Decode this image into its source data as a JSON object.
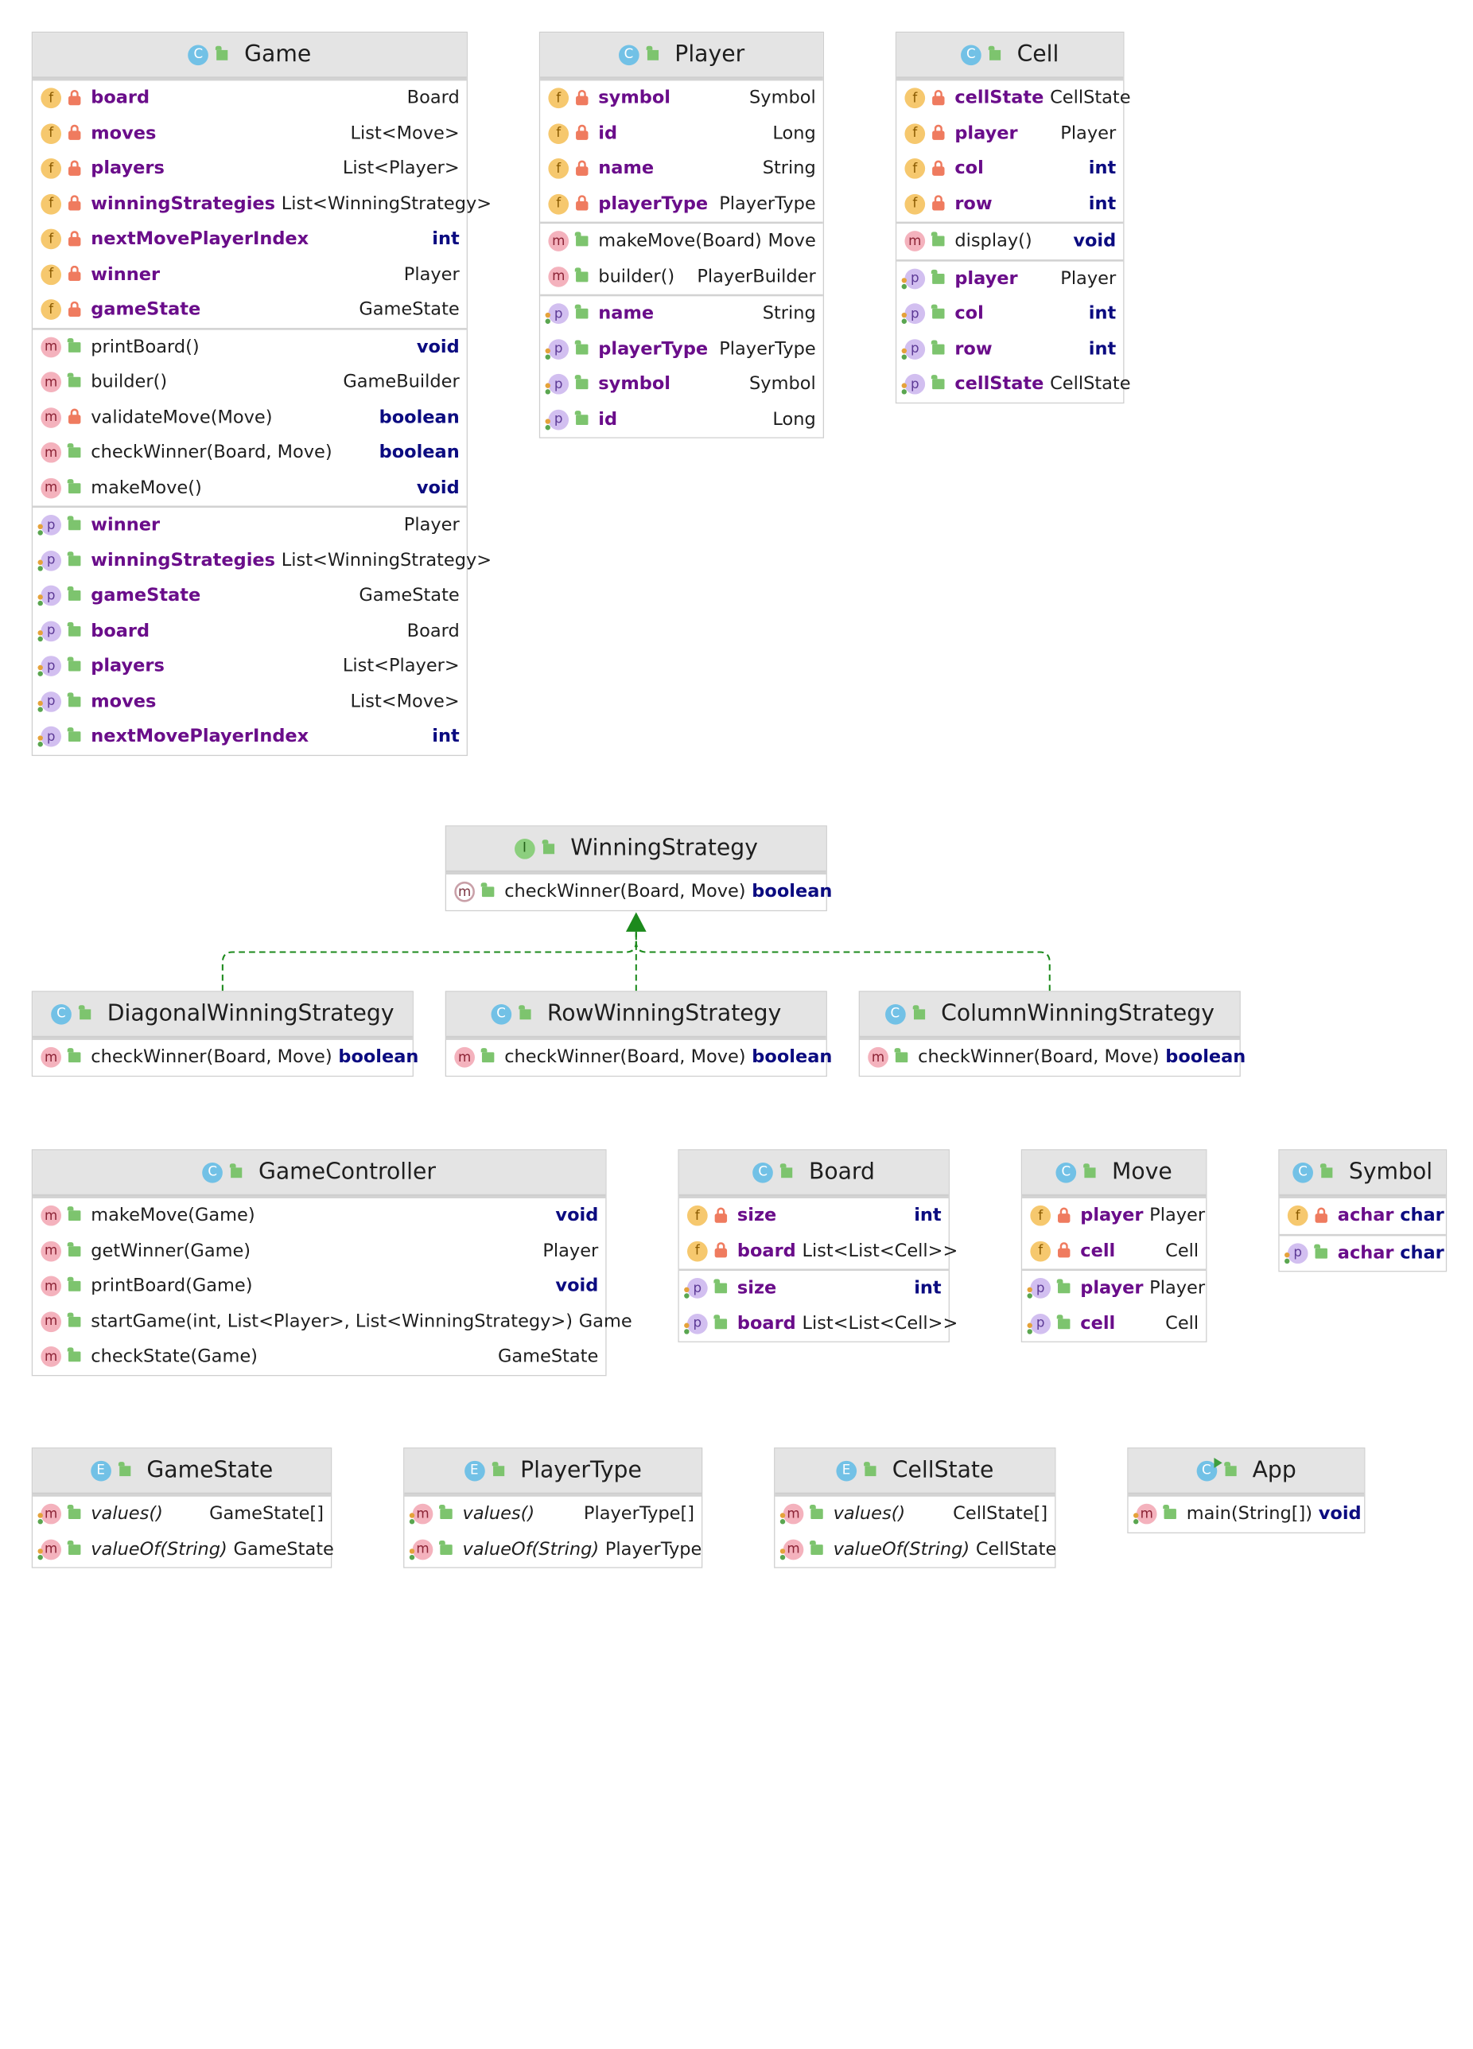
{
  "classes": {
    "game": {
      "name": "Game",
      "fields": [
        {
          "name": "board",
          "type": "Board"
        },
        {
          "name": "moves",
          "type": "List<Move>"
        },
        {
          "name": "players",
          "type": "List<Player>"
        },
        {
          "name": "winningStrategies",
          "type": "List<WinningStrategy>"
        },
        {
          "name": "nextMovePlayerIndex",
          "type": "int"
        },
        {
          "name": "winner",
          "type": "Player"
        },
        {
          "name": "gameState",
          "type": "GameState"
        }
      ],
      "methods": [
        {
          "name": "printBoard",
          "sig": "()",
          "type": "void"
        },
        {
          "name": "builder",
          "sig": "()",
          "type": "GameBuilder"
        },
        {
          "name": "validateMove",
          "sig": "(Move)",
          "type": "boolean"
        },
        {
          "name": "checkWinner",
          "sig": "(Board, Move)",
          "type": "boolean"
        },
        {
          "name": "makeMove",
          "sig": "()",
          "type": "void"
        }
      ],
      "properties": [
        {
          "name": "winner",
          "type": "Player"
        },
        {
          "name": "winningStrategies",
          "type": "List<WinningStrategy>"
        },
        {
          "name": "gameState",
          "type": "GameState"
        },
        {
          "name": "board",
          "type": "Board"
        },
        {
          "name": "players",
          "type": "List<Player>"
        },
        {
          "name": "moves",
          "type": "List<Move>"
        },
        {
          "name": "nextMovePlayerIndex",
          "type": "int"
        }
      ]
    },
    "player": {
      "name": "Player",
      "fields": [
        {
          "name": "symbol",
          "type": "Symbol"
        },
        {
          "name": "id",
          "type": "Long"
        },
        {
          "name": "name",
          "type": "String"
        },
        {
          "name": "playerType",
          "type": "PlayerType"
        }
      ],
      "methods": [
        {
          "name": "makeMove",
          "sig": "(Board)",
          "type": "Move"
        },
        {
          "name": "builder",
          "sig": "()",
          "type": "PlayerBuilder"
        }
      ],
      "properties": [
        {
          "name": "name",
          "type": "String"
        },
        {
          "name": "playerType",
          "type": "PlayerType"
        },
        {
          "name": "symbol",
          "type": "Symbol"
        },
        {
          "name": "id",
          "type": "Long"
        }
      ]
    },
    "cell": {
      "name": "Cell",
      "fields": [
        {
          "name": "cellState",
          "type": "CellState"
        },
        {
          "name": "player",
          "type": "Player"
        },
        {
          "name": "col",
          "type": "int"
        },
        {
          "name": "row",
          "type": "int"
        }
      ],
      "methods": [
        {
          "name": "display",
          "sig": "()",
          "type": "void"
        }
      ],
      "properties": [
        {
          "name": "player",
          "type": "Player"
        },
        {
          "name": "col",
          "type": "int"
        },
        {
          "name": "row",
          "type": "int"
        },
        {
          "name": "cellState",
          "type": "CellState"
        }
      ]
    },
    "winning_strategy": {
      "name": "WinningStrategy",
      "methods": [
        {
          "name": "checkWinner",
          "sig": "(Board, Move)",
          "type": "boolean"
        }
      ]
    },
    "diagonal": {
      "name": "DiagonalWinningStrategy",
      "methods": [
        {
          "name": "checkWinner",
          "sig": "(Board, Move)",
          "type": "boolean"
        }
      ]
    },
    "rowws": {
      "name": "RowWinningStrategy",
      "methods": [
        {
          "name": "checkWinner",
          "sig": "(Board, Move)",
          "type": "boolean"
        }
      ]
    },
    "columnws": {
      "name": "ColumnWinningStrategy",
      "methods": [
        {
          "name": "checkWinner",
          "sig": "(Board, Move)",
          "type": "boolean"
        }
      ]
    },
    "game_controller": {
      "name": "GameController",
      "methods": [
        {
          "name": "makeMove",
          "sig": "(Game)",
          "type": "void"
        },
        {
          "name": "getWinner",
          "sig": "(Game)",
          "type": "Player"
        },
        {
          "name": "printBoard",
          "sig": "(Game)",
          "type": "void"
        },
        {
          "name": "startGame",
          "sig": "(int, List<Player>, List<WinningStrategy>)",
          "type": "Game"
        },
        {
          "name": "checkState",
          "sig": "(Game)",
          "type": "GameState"
        }
      ]
    },
    "board": {
      "name": "Board",
      "fields": [
        {
          "name": "size",
          "type": "int"
        },
        {
          "name": "board",
          "type": "List<List<Cell>>"
        }
      ],
      "properties": [
        {
          "name": "size",
          "type": "int"
        },
        {
          "name": "board",
          "type": "List<List<Cell>>"
        }
      ]
    },
    "move": {
      "name": "Move",
      "fields": [
        {
          "name": "player",
          "type": "Player"
        },
        {
          "name": "cell",
          "type": "Cell"
        }
      ],
      "properties": [
        {
          "name": "player",
          "type": "Player"
        },
        {
          "name": "cell",
          "type": "Cell"
        }
      ]
    },
    "symbol": {
      "name": "Symbol",
      "fields": [
        {
          "name": "achar",
          "type": "char"
        }
      ],
      "properties": [
        {
          "name": "achar",
          "type": "char"
        }
      ]
    },
    "game_state": {
      "name": "GameState",
      "methods": [
        {
          "name": "values",
          "sig": "()",
          "type": "GameState[]"
        },
        {
          "name": "valueOf",
          "sig": "(String)",
          "type": "GameState"
        }
      ]
    },
    "player_type": {
      "name": "PlayerType",
      "methods": [
        {
          "name": "values",
          "sig": "()",
          "type": "PlayerType[]"
        },
        {
          "name": "valueOf",
          "sig": "(String)",
          "type": "PlayerType"
        }
      ]
    },
    "cell_state": {
      "name": "CellState",
      "methods": [
        {
          "name": "values",
          "sig": "()",
          "type": "CellState[]"
        },
        {
          "name": "valueOf",
          "sig": "(String)",
          "type": "CellState"
        }
      ]
    },
    "app": {
      "name": "App",
      "methods": [
        {
          "name": "main",
          "sig": "(String[])",
          "type": "void"
        }
      ]
    }
  },
  "icons": {
    "class": "C",
    "interface": "I",
    "enum": "E",
    "field": "f",
    "method": "m",
    "property": "p"
  },
  "colors": {
    "header_bg": "#e4e4e4",
    "field_name": "#6a0d8a",
    "keyword": "#0b0b80",
    "inheritance_arrow": "#1c8a1c"
  }
}
